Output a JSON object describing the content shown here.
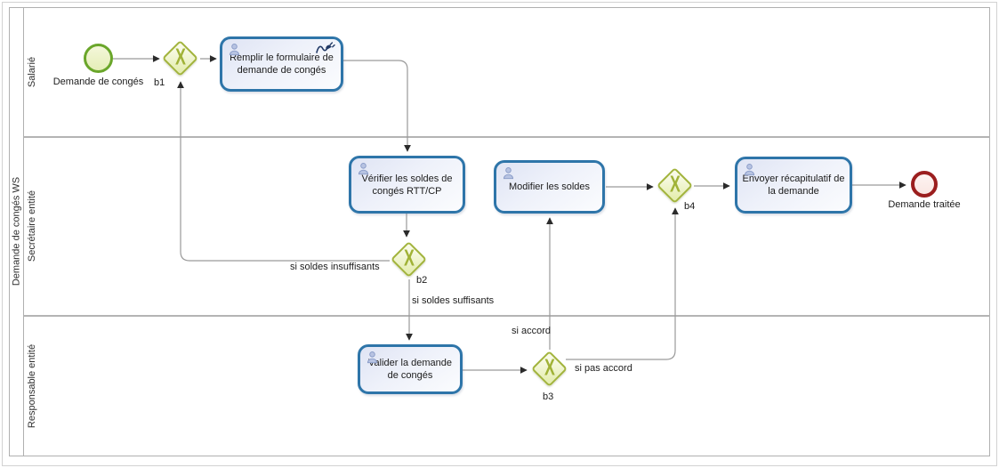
{
  "pool": {
    "label": "Demande de congés WS"
  },
  "lanes": [
    {
      "label": "Salarié"
    },
    {
      "label": "Secrétaire entité"
    },
    {
      "label": "Responsable entité"
    }
  ],
  "events": {
    "start": {
      "label": "Demande de congés"
    },
    "end": {
      "label": "Demande traitée"
    }
  },
  "tasks": [
    {
      "label": "Remplir le formulaire de demande de congés",
      "icons": [
        "user-icon",
        "connector-plug-icon"
      ]
    },
    {
      "label": "Vérifier les soldes de congés RTT/CP",
      "icons": [
        "user-icon"
      ]
    },
    {
      "label": "Modifier les soldes",
      "icons": [
        "user-icon"
      ]
    },
    {
      "label": "Envoyer récapitulatif de la demande",
      "icons": [
        "user-icon"
      ]
    },
    {
      "label": "Valider la demande de congés",
      "icons": [
        "user-icon"
      ]
    }
  ],
  "gateways": [
    {
      "label": "b1"
    },
    {
      "label": "b2"
    },
    {
      "label": "b3"
    },
    {
      "label": "b4"
    }
  ],
  "flows": [
    {
      "label": "si soldes insuffisants"
    },
    {
      "label": "si soldes suffisants"
    },
    {
      "label": "si accord"
    },
    {
      "label": "si pas accord"
    }
  ],
  "colors": {
    "task_border": "#2e75a9",
    "task_fill": "#e9edf8",
    "gateway": "#a2b43c",
    "start_event": "#6aa62a",
    "end_event": "#9b1e1e",
    "line": "#999999",
    "arrowhead": "#2b2b2b",
    "lane_border": "#b0b0b0"
  }
}
